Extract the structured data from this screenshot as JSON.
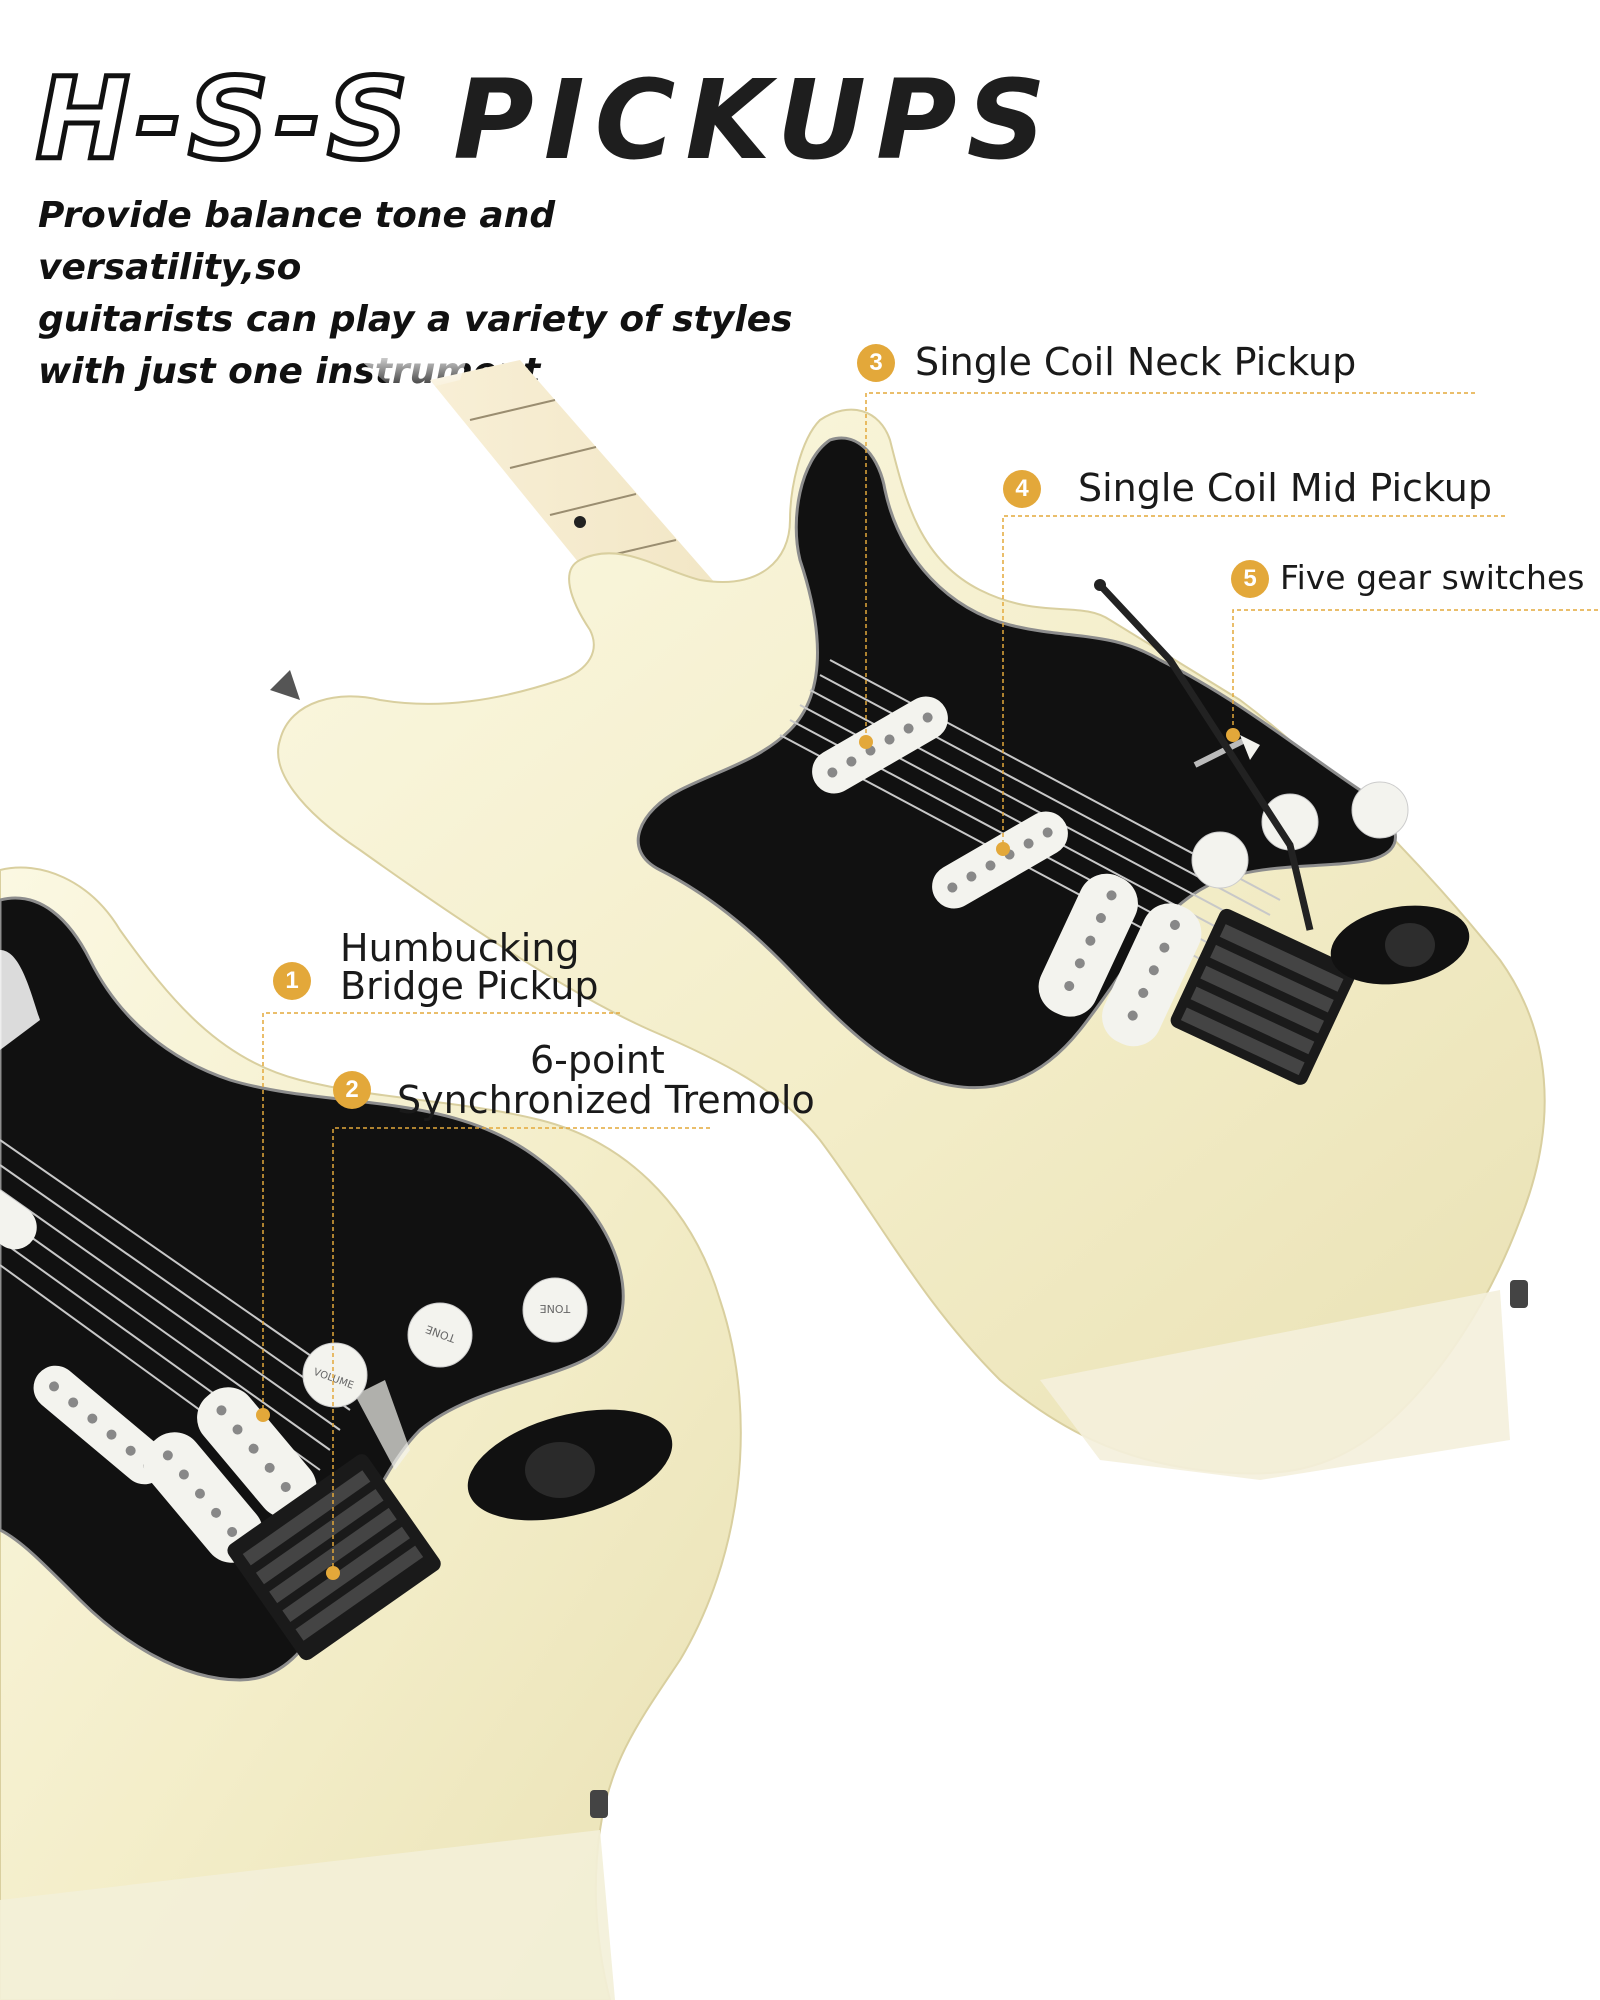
{
  "header": {
    "title_outline": "H-S-S",
    "title_solid": "PICKUPS",
    "subtitle_lines": [
      "Provide balance tone and versatility,so",
      "guitarists can play a variety of styles",
      "with just one instrument"
    ]
  },
  "callouts": [
    {
      "number": "3",
      "lines": [
        "Single Coil Neck Pickup"
      ]
    },
    {
      "number": "4",
      "lines": [
        "Single Coil Mid Pickup"
      ]
    },
    {
      "number": "5",
      "lines": [
        "Five gear switches"
      ]
    },
    {
      "number": "1",
      "lines": [
        "Humbucking",
        "Bridge Pickup"
      ]
    },
    {
      "number": "2",
      "lines": [
        "6-point",
        "Synchronized Tremolo"
      ]
    }
  ],
  "knob_labels": {
    "volume": "VOLUME",
    "tone": "TONE"
  },
  "colors": {
    "accent": "#e3a83a",
    "body_cream": "#f5f0cf",
    "pickguard": "#111111",
    "pickup_white": "#f3f3ee"
  }
}
